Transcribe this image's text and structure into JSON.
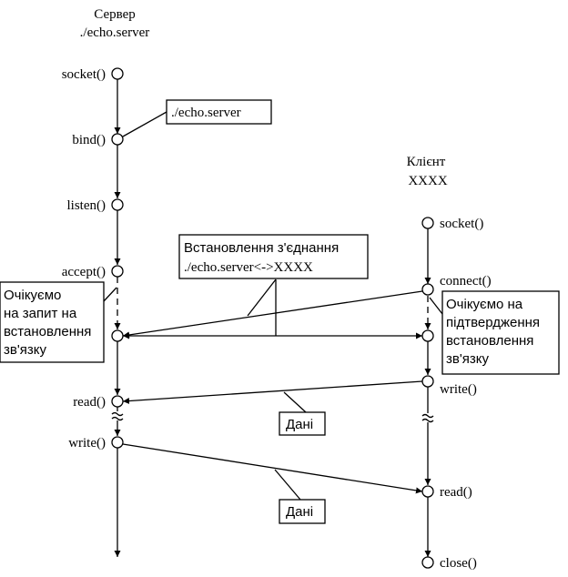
{
  "server": {
    "title": "Сервер",
    "subtitle": "./echo.server",
    "calls": {
      "socket": "socket()",
      "bind": "bind()",
      "listen": "listen()",
      "accept": "accept()",
      "read": "read()",
      "write": "write()"
    },
    "bind_address": "./echo.server",
    "waiting_note": [
      "Очікуємо",
      "на запит на",
      "встановлення",
      "зв'язку"
    ]
  },
  "client": {
    "title": "Клієнт",
    "subtitle": "XXXX",
    "calls": {
      "socket": "socket()",
      "connect": "connect()",
      "write": "write()",
      "read": "read()",
      "close": "close()"
    },
    "waiting_note": [
      "Очікуємо на",
      "підтвердження",
      "встановлення",
      "зв'язку"
    ]
  },
  "connection_label": [
    "Встановлення з'єднання",
    "./echo.server<->XXXX"
  ],
  "data_label_1": "Дані",
  "data_label_2": "Дані"
}
